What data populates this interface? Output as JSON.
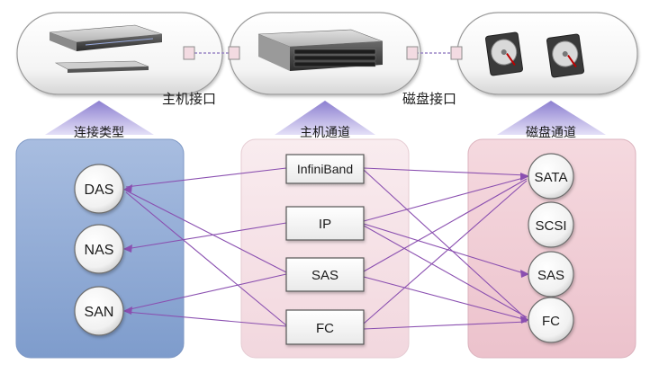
{
  "top": {
    "host_interface_label": "主机接口",
    "disk_interface_label": "磁盘接口"
  },
  "columns": {
    "connection_type": {
      "header": "连接类型",
      "items": [
        "DAS",
        "NAS",
        "SAN"
      ]
    },
    "host_channel": {
      "header": "主机通道",
      "items": [
        "InfiniBand",
        "IP",
        "SAS",
        "FC"
      ]
    },
    "disk_channel": {
      "header": "磁盘通道",
      "items": [
        "SATA",
        "SCSI",
        "SAS",
        "FC"
      ]
    }
  },
  "colors": {
    "connection_panel": "#8fa9d3",
    "host_panel": "#f6e1e6",
    "disk_panel": "#efc9d2",
    "arrow": "#9f93d6",
    "line": "#8a4fb0"
  }
}
